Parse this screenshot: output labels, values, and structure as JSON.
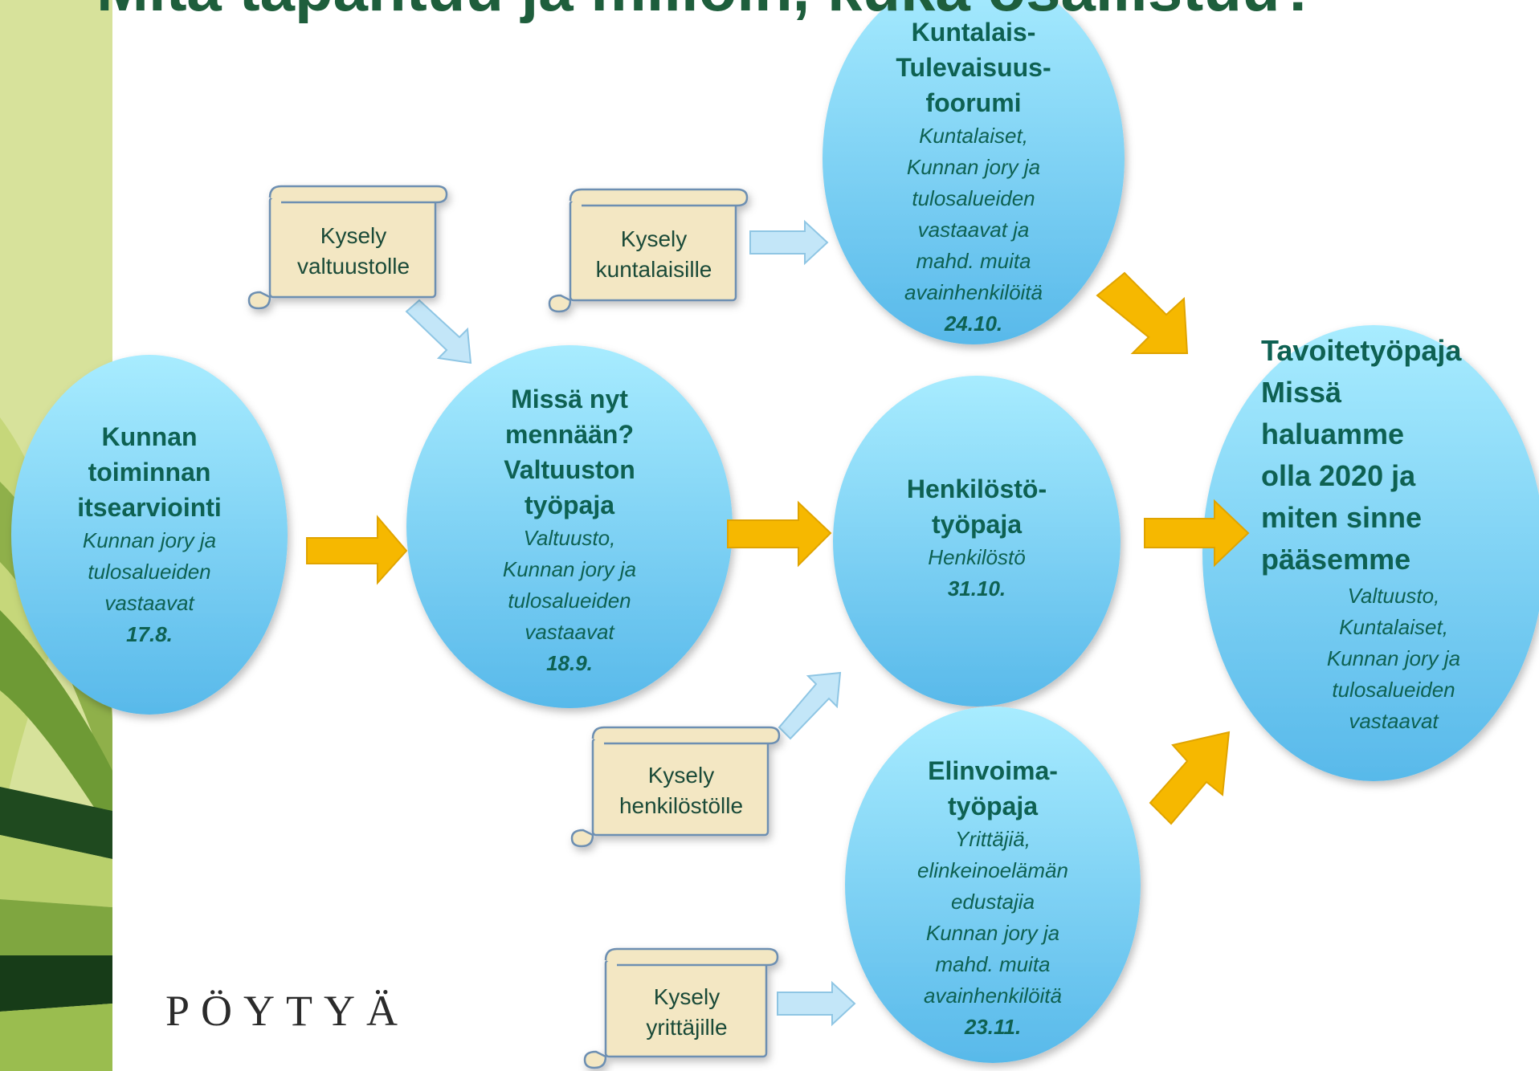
{
  "slide": {
    "title": "Mitä tapahtuu ja milloin, kuka osallistuu?"
  },
  "nodes": {
    "itsearviointi": {
      "title_lines": [
        "Kunnan",
        "toiminnan",
        "itsearviointi"
      ],
      "detail_lines": [
        "Kunnan jory ja",
        "tulosalueiden",
        "vastaavat"
      ],
      "date": "17.8."
    },
    "valtuusto": {
      "title_lines": [
        "Missä nyt",
        "mennään?",
        "Valtuuston",
        "työpaja"
      ],
      "detail_lines": [
        "Valtuusto,",
        "Kunnan jory ja",
        "tulosalueiden",
        "vastaavat"
      ],
      "date": "18.9."
    },
    "foorumi": {
      "title_lines": [
        "Kuntalais-",
        "Tulevaisuus-",
        "foorumi"
      ],
      "detail_lines": [
        "Kuntalaiset,",
        "Kunnan jory ja",
        "tulosalueiden",
        "vastaavat ja",
        "mahd. muita",
        "avainhenkilöitä"
      ],
      "date": "24.10."
    },
    "henkilosto": {
      "title_lines": [
        "Henkilöstö-",
        "työpaja"
      ],
      "detail_lines": [
        "Henkilöstö"
      ],
      "date": "31.10."
    },
    "elinvoima": {
      "title_lines": [
        "Elinvoima-",
        "työpaja"
      ],
      "detail_lines": [
        "Yrittäjiä,",
        "elinkeinoelämän",
        "edustajia",
        "Kunnan jory ja",
        "mahd. muita",
        "avainhenkilöitä"
      ],
      "date": "23.11."
    },
    "tavoite": {
      "title_lines": [
        "Tavoitetyöpaja",
        "Missä",
        "haluamme",
        "olla 2020 ja",
        "miten sinne",
        "pääsemme"
      ],
      "detail_lines": [
        "Valtuusto,",
        "Kuntalaiset,",
        "Kunnan jory ja",
        "tulosalueiden",
        "vastaavat"
      ],
      "date": ""
    }
  },
  "surveys": {
    "valtuusto": [
      "Kysely",
      "valtuustolle"
    ],
    "kuntalaiset": [
      "Kysely",
      "kuntalaisille"
    ],
    "henkilosto": [
      "Kysely",
      "henkilöstölle"
    ],
    "yrittajat": [
      "Kysely",
      "yrittäjille"
    ]
  },
  "logo": {
    "text": "PÖYTYÄ"
  },
  "colors": {
    "node_top": "#9ee8ff",
    "node_bottom": "#5bbdeb",
    "node_text": "#0e6152",
    "main_arrow": "#f6b800",
    "survey_arrow": "#bfe4f6",
    "scroll_fill": "#f5eac8",
    "sidebar": "#d8e29a",
    "title_color": "#1e5e3c"
  }
}
